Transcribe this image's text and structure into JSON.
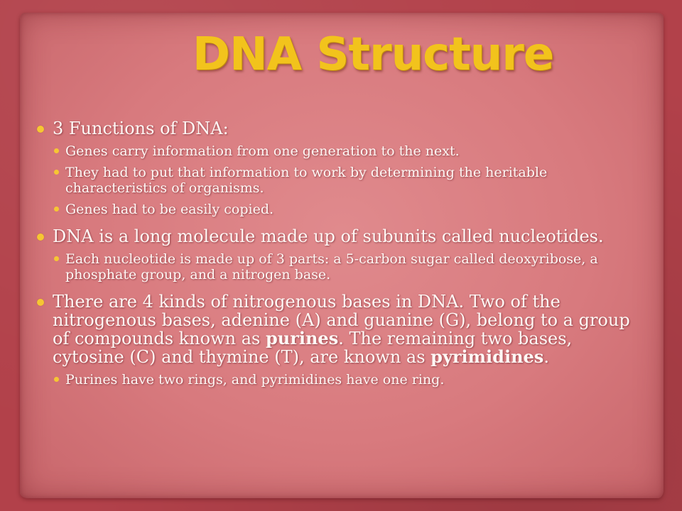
{
  "slide": {
    "title": "DNA Structure",
    "sections": [
      {
        "heading": "3 Functions of DNA:",
        "subs": [
          "Genes carry information from one generation to the next.",
          "They had to put that information to work by determining the heritable characteristics of organisms.",
          "Genes had to be easily copied."
        ]
      },
      {
        "heading": "DNA is a long molecule made up of subunits called nucleotides.",
        "subs": [
          "Each nucleotide is made up of 3 parts: a 5-carbon sugar called deoxyribose, a phosphate group, and a nitrogen base."
        ]
      },
      {
        "heading_parts": {
          "p1": "There are 4 kinds of nitrogenous bases in DNA. Two of the nitrogenous bases, adenine (A) and guanine (G), belong to a group of compounds known as ",
          "b1": "purines",
          "p2": ". The remaining two bases, cytosine (C) and thymine (T), are known as ",
          "b2": "pyrimidines",
          "p3": "."
        },
        "subs": [
          "Purines have two rings, and pyrimidines have one ring."
        ]
      }
    ]
  },
  "colors": {
    "background": "#b2414a",
    "paper": "#d9777c",
    "title": "#f2c31c",
    "bullet": "#f6c633",
    "text": "#fff8f5"
  }
}
